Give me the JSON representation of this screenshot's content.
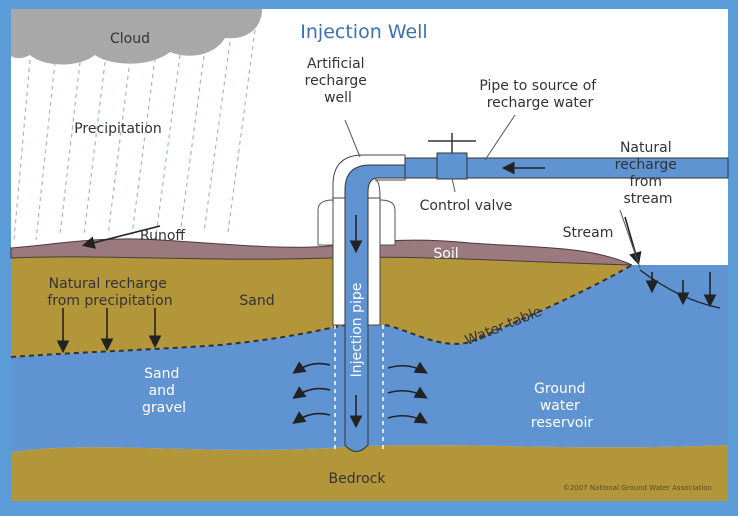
{
  "title": "Injection Well",
  "labels": {
    "cloud": "Cloud",
    "precipitation": "Precipitation",
    "runoff": "Runoff",
    "artificial_recharge_well": [
      "Artificial",
      "recharge",
      "well"
    ],
    "pipe_to_source": [
      "Pipe to source of",
      "recharge water"
    ],
    "control_valve": "Control valve",
    "natural_recharge_stream": [
      "Natural",
      "recharge",
      "from",
      "stream"
    ],
    "stream": "Stream",
    "soil": "Soil",
    "natural_recharge_precip": [
      "Natural recharge",
      "from precipitation"
    ],
    "sand": "Sand",
    "water_table": "Water table",
    "injection_pipe": "Injection pipe",
    "sand_and_gravel": [
      "Sand",
      "and",
      "gravel"
    ],
    "ground_water_reservoir": [
      "Ground",
      "water",
      "reservoir"
    ],
    "bedrock": "Bedrock",
    "copyright": "©2007 National Ground Water Association"
  },
  "colors": {
    "frame": "#5b9bd8",
    "water": "#5f93d2",
    "sand": "#b3953a",
    "soil": "#9a7a7f",
    "cloud": "#a8a8a8",
    "title": "#3e6fb5"
  }
}
